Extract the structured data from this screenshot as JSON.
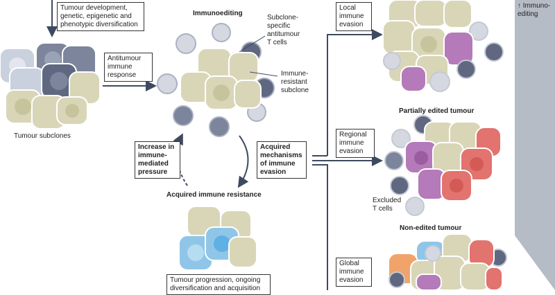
{
  "labels": {
    "tumour_dev": [
      "Tumour development,",
      "genetic, epigenetic and",
      "phenotypic diversification"
    ],
    "tumour_subclones": "Tumour subclones",
    "antitumour_response": [
      "Antitumour",
      "immune",
      "response"
    ],
    "immunoediting": "Immunoediting",
    "subclone_specific": [
      "Subclone-",
      "specific",
      "antitumour",
      "T cells"
    ],
    "immune_resistant": [
      "Immune-",
      "resistant",
      "subclone"
    ],
    "increase_pressure": [
      "Increase in",
      "immune-",
      "mediated",
      "pressure"
    ],
    "acquired_mechanisms": [
      "Acquired",
      "mechanisms",
      "of immune",
      "evasion"
    ],
    "acquired_resistance": "Acquired immune resistance",
    "tumour_progression": [
      "Tumour progression, ongoing",
      "diversification and acquisition"
    ],
    "local_evasion": [
      "Local",
      "immune",
      "evasion"
    ],
    "regional_evasion": [
      "Regional",
      "immune",
      "evasion"
    ],
    "global_evasion": [
      "Global",
      "immune",
      "evasion"
    ],
    "partially_edited": "Partially edited tumour",
    "excluded_tcells": [
      "Excluded",
      "T cells"
    ],
    "non_edited": "Non-edited tumour",
    "immunoediting_axis": [
      "↑ Immuno-",
      "editing"
    ]
  },
  "colors": {
    "tumour_beige": "#d9d6b8",
    "tumour_grey": "#c9d0de",
    "tumour_dark": "#7c859c",
    "tumour_blue": "#8fc6e8",
    "tumour_purple": "#b57ab9",
    "tumour_red": "#e2736e",
    "tumour_orange": "#f0a46c",
    "tcell": "#d5d8e0",
    "axis_grey": "#b6bcc6",
    "arrow": "#3d4a60"
  }
}
